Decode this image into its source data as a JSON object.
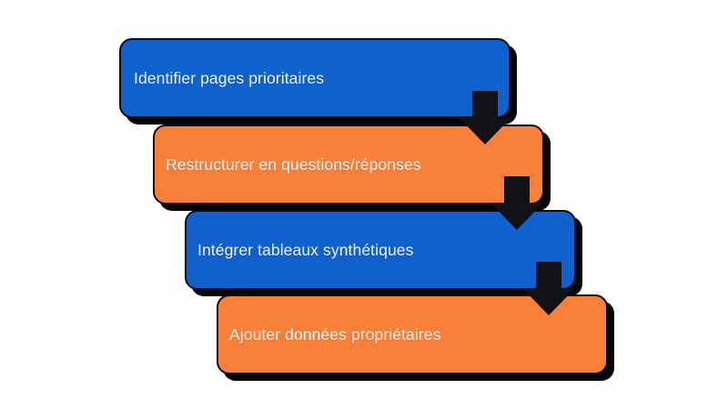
{
  "diagram": {
    "type": "vertical-flowchart",
    "title": "",
    "background_color": "#fdfdfd",
    "colors": {
      "blue": "#1060ce",
      "orange": "#f98038",
      "border": "#0b0b12",
      "shadow": "#060608",
      "text": "#f4f7fb",
      "arrow": "#111118"
    },
    "steps": [
      {
        "label": "Identifier pages prioritaires",
        "color": "blue"
      },
      {
        "label": "Restructurer en questions/réponses",
        "color": "orange"
      },
      {
        "label": "Intégrer tableaux synthétiques",
        "color": "blue"
      },
      {
        "label": "Ajouter données propriétaires",
        "color": "orange"
      }
    ],
    "connectors": [
      {
        "from": "Identifier pages prioritaires",
        "to": "Restructurer en questions/réponses",
        "icon": "down-arrow-icon"
      },
      {
        "from": "Restructurer en questions/réponses",
        "to": "Intégrer tableaux synthétiques",
        "icon": "down-arrow-icon"
      },
      {
        "from": "Intégrer tableaux synthétiques",
        "to": "Ajouter données propriétaires",
        "icon": "down-arrow-icon"
      }
    ]
  }
}
